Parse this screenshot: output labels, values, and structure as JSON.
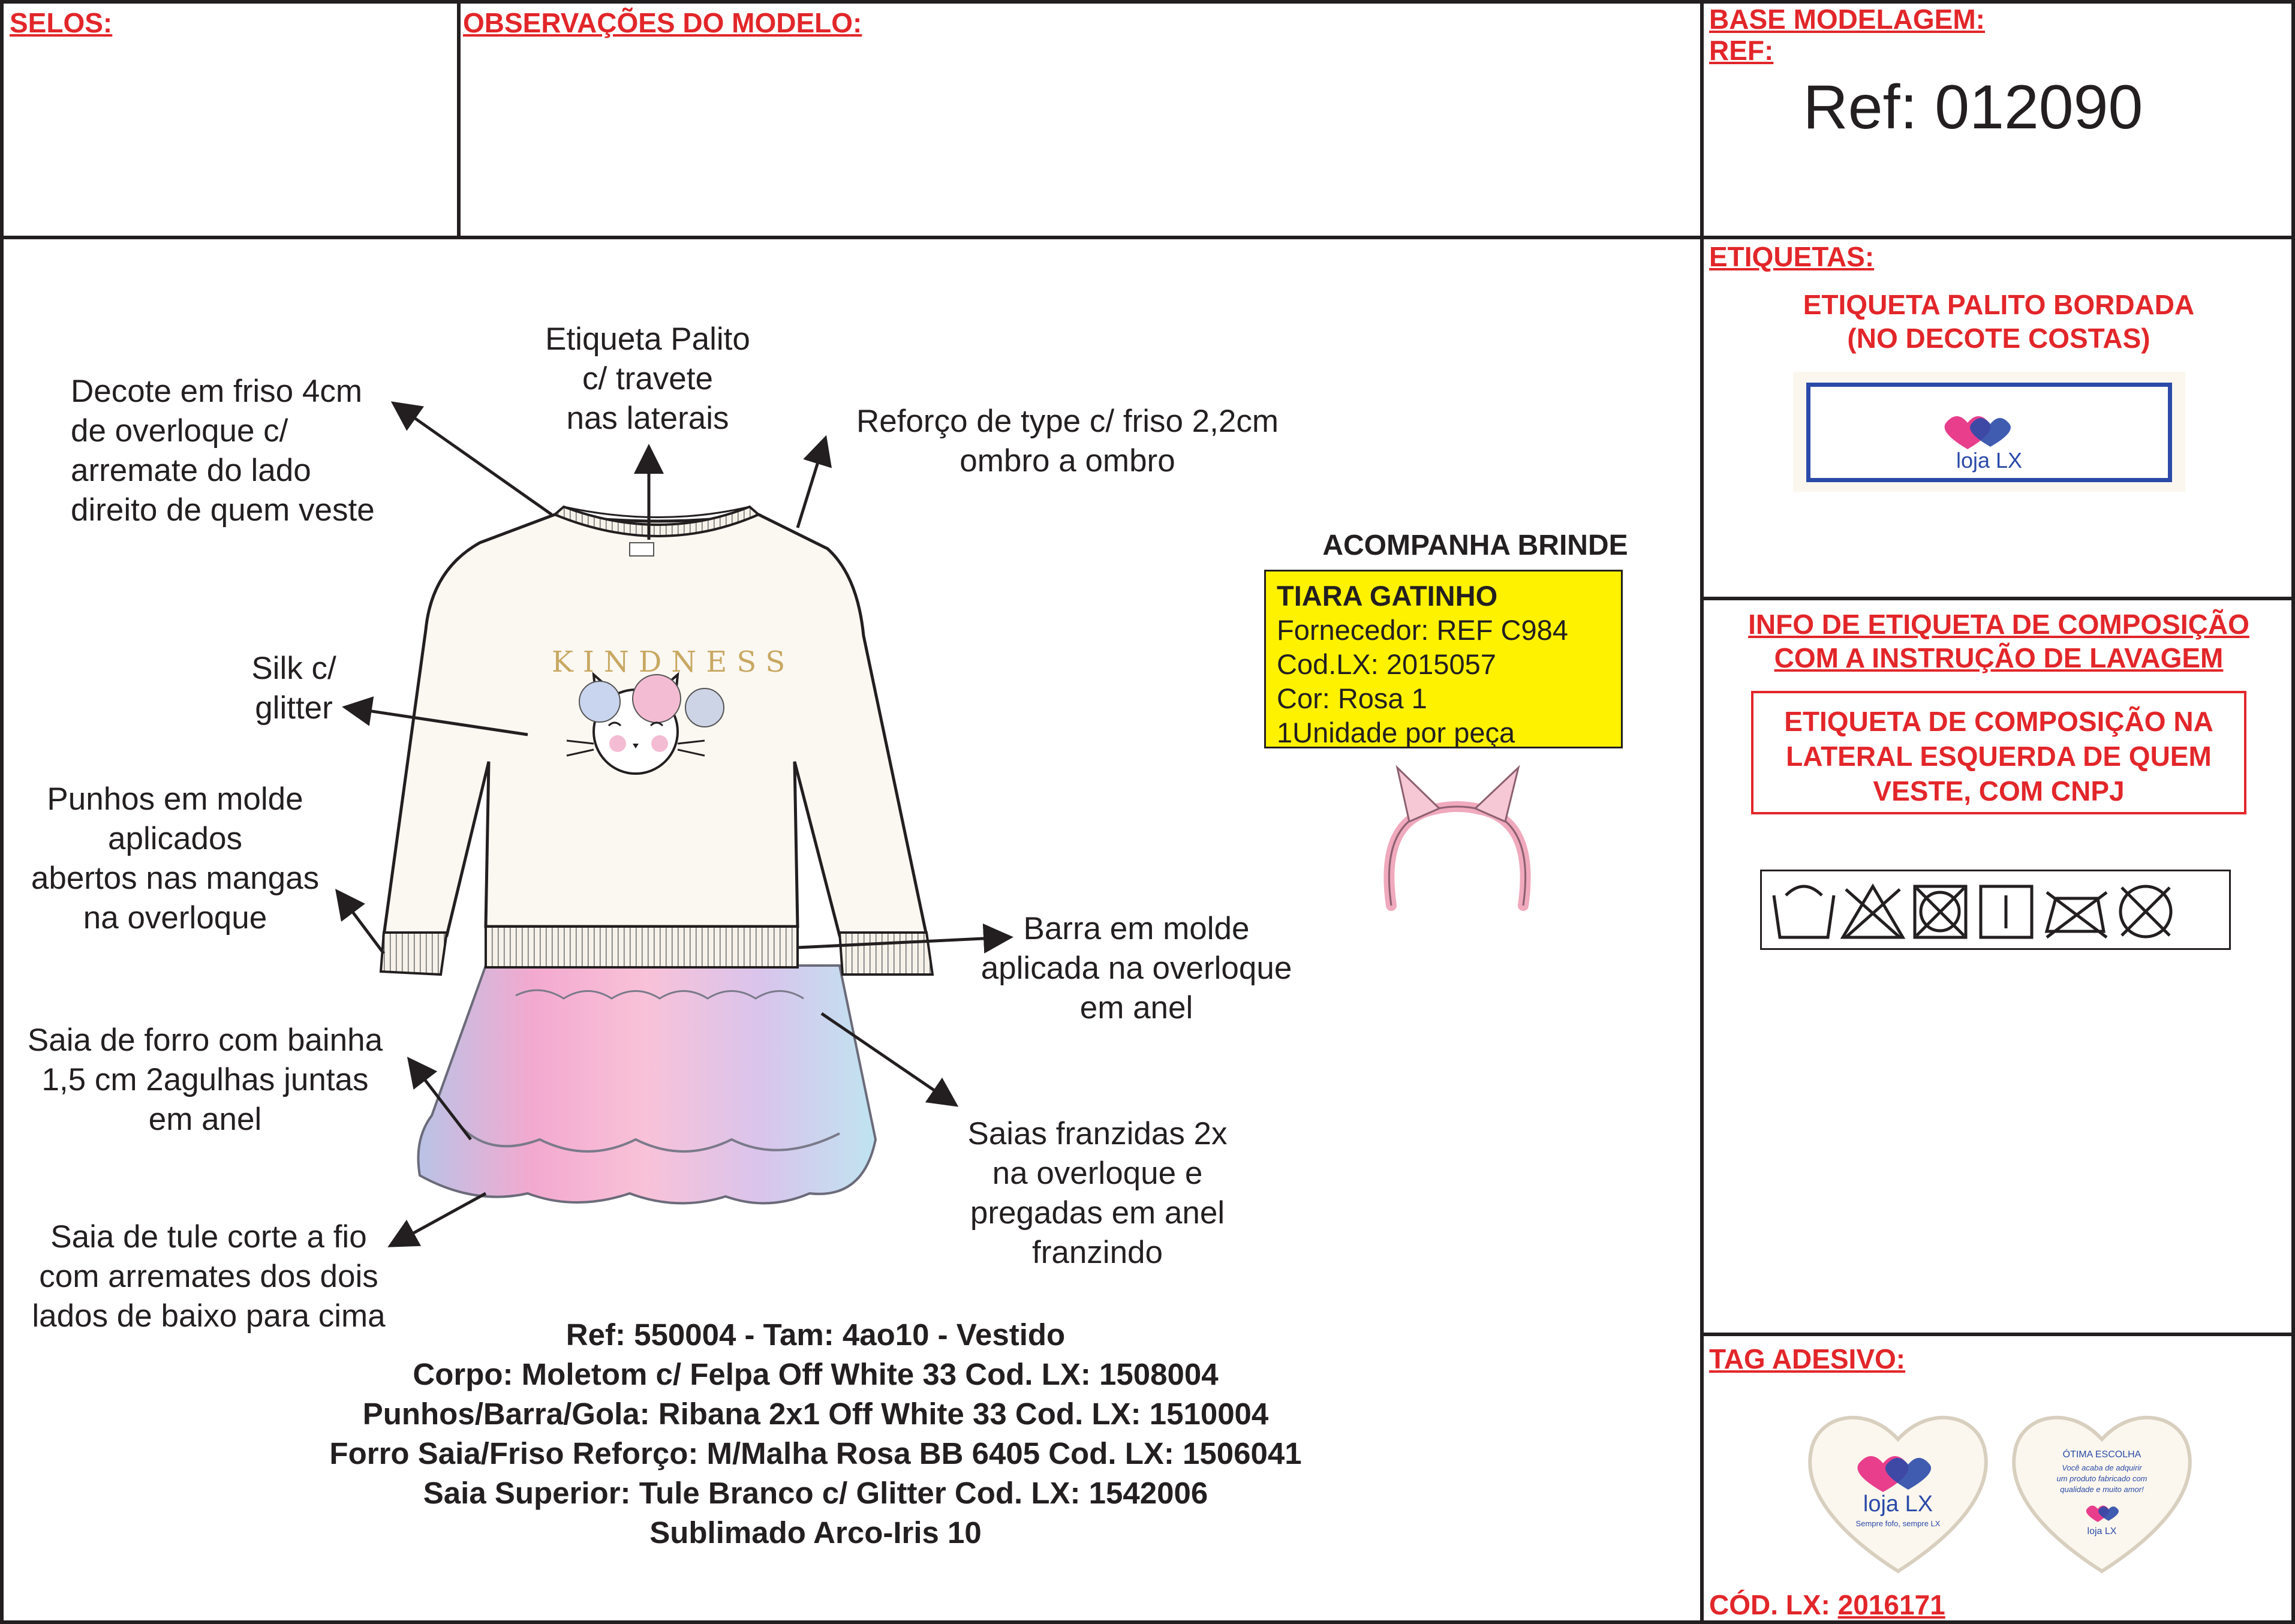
{
  "header": {
    "selos_label": "SELOS:",
    "observacoes_label": "OBSERVAÇÕES DO MODELO:",
    "base_modelagem_label": "BASE MODELAGEM:",
    "ref_label": "REF:",
    "ref_value": "Ref: 012090"
  },
  "annotations": {
    "etiqueta_palito": [
      "Etiqueta Palito",
      "c/ travete",
      "nas laterais"
    ],
    "decote": [
      "Decote em friso 4cm",
      "de overloque c/",
      "arremate do lado",
      "direito de quem veste"
    ],
    "reforco": [
      "Reforço de type c/ friso 2,2cm",
      "ombro a ombro"
    ],
    "silk": [
      "Silk c/",
      "glitter"
    ],
    "punhos": [
      "Punhos em molde",
      "aplicados",
      "abertos nas mangas",
      "na overloque"
    ],
    "barra": [
      "Barra em molde",
      "aplicada na overloque",
      "em anel"
    ],
    "saia_forro": [
      "Saia de forro com bainha",
      "1,5 cm 2agulhas juntas",
      "em anel"
    ],
    "saias_franzidas": [
      "Saias franzidas 2x",
      "na overloque e",
      "pregadas em anel",
      "franzindo"
    ],
    "saia_tule": [
      "Saia de tule corte a fio",
      "com arremates dos dois",
      "lados de baixo para cima"
    ]
  },
  "print_text": "KINDNESS",
  "brinde": {
    "title": "ACOMPANHA BRINDE",
    "name": "TIARA GATINHO",
    "lines": [
      "Fornecedor: REF C984",
      "Cod.LX: 2015057",
      "Cor: Rosa 1",
      "1Unidade por peça"
    ]
  },
  "specs": [
    "Ref: 550004 - Tam: 4ao10 - Vestido",
    "Corpo: Moletom c/ Felpa Off White 33 Cod. LX: 1508004",
    "Punhos/Barra/Gola: Ribana 2x1 Off White 33 Cod. LX: 1510004",
    "Forro Saia/Friso Reforço: M/Malha Rosa BB 6405 Cod. LX: 1506041",
    "Saia Superior: Tule Branco c/ Glitter Cod. LX: 1542006",
    "Sublimado Arco-Iris 10"
  ],
  "etiquetas": {
    "label": "ETIQUETAS:",
    "title": [
      "ETIQUETA PALITO BORDADA",
      "(NO DECOTE COSTAS)"
    ],
    "logo_text": "loja LX"
  },
  "composicao": {
    "label": [
      "INFO DE ETIQUETA DE COMPOSIÇÃO",
      "COM A INSTRUÇÃO DE LAVAGEM"
    ],
    "box": [
      "ETIQUETA DE COMPOSIÇÃO NA",
      "LATERAL ESQUERDA DE QUEM",
      "VESTE, COM CNPJ"
    ]
  },
  "tag": {
    "label": "TAG ADESIVO:",
    "back_title": "ÓTIMA ESCOLHA",
    "back_text": [
      "Você acaba de adquirir",
      "um produto fabricado com",
      "qualidade e muito amor!"
    ],
    "tagline": "Sempre fofo, sempre LX",
    "cod_label": "CÓD. LX:",
    "cod_value": "2016171"
  },
  "colors": {
    "label_red": "#e2262a",
    "brinde_yellow": "#fff200",
    "logo_blue": "#2b4aa8",
    "logo_pink": "#e83e8c"
  }
}
